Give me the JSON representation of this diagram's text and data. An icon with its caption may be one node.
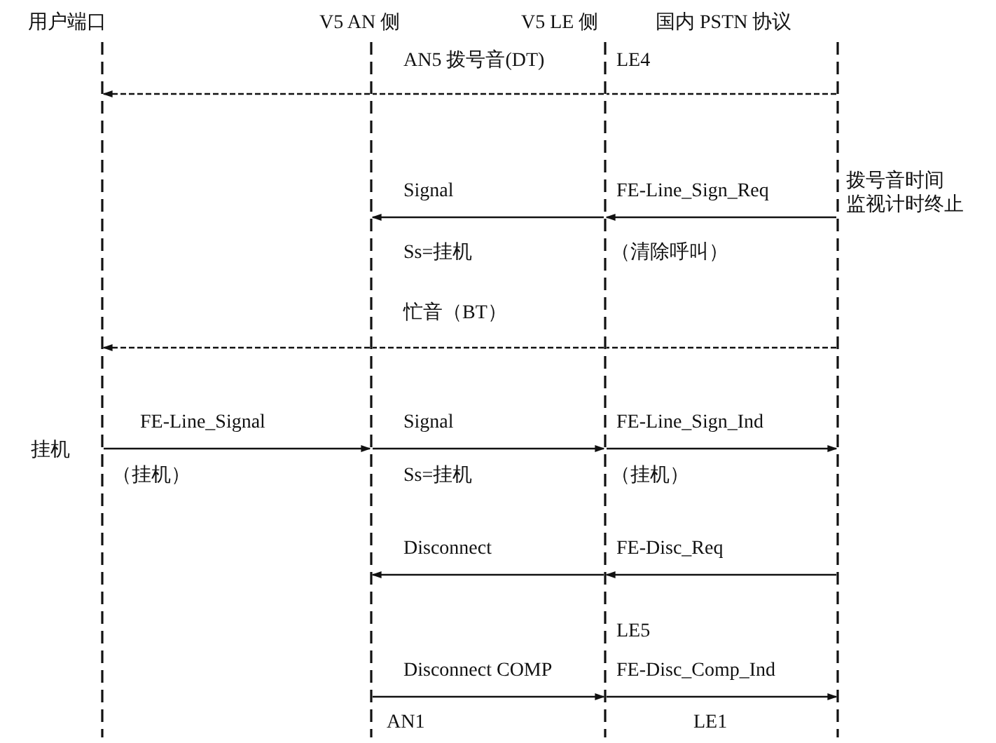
{
  "diagram": {
    "nodes": [
      {
        "text": [
          "用户端口"
        ]
      },
      {
        "text": [
          "V5 AN 侧"
        ]
      },
      {
        "text": [
          "V5 LE 侧"
        ]
      },
      {
        "text": [
          "国内 PSTN 协议"
        ]
      }
    ],
    "edges": [
      {
        "from": 3,
        "to": 2,
        "arrow": "none",
        "style": "dashed"
      },
      {
        "from": 2,
        "to": 1,
        "arrow": "none",
        "style": "dashed"
      },
      {
        "from": 1,
        "to": 0,
        "arrow": "to",
        "style": "dashed"
      },
      {
        "from": 3,
        "to": 2,
        "arrow": "to",
        "label": "FE-Line_Sign_Req"
      },
      {
        "from": 2,
        "to": 1,
        "arrow": "to",
        "label": "Signal"
      },
      {
        "from": 3,
        "to": 2,
        "arrow": "none",
        "style": "dashed"
      },
      {
        "from": 2,
        "to": 1,
        "arrow": "none",
        "style": "dashed"
      },
      {
        "from": 1,
        "to": 0,
        "arrow": "to",
        "style": "dashed"
      },
      {
        "from": 0,
        "to": 1,
        "arrow": "to",
        "label": "FE-Line_Signal"
      },
      {
        "from": 1,
        "to": 2,
        "arrow": "to",
        "label": "Signal"
      },
      {
        "from": 2,
        "to": 3,
        "arrow": "to",
        "label": "FE-Line_Sign_Ind"
      },
      {
        "from": 3,
        "to": 2,
        "arrow": "to",
        "label": "FE-Disc_Req"
      },
      {
        "from": 2,
        "to": 1,
        "arrow": "to",
        "label": "Disconnect"
      },
      {
        "from": 1,
        "to": 2,
        "arrow": "to",
        "label": "Disconnect COMP"
      },
      {
        "from": 2,
        "to": 3,
        "arrow": "to",
        "label": "FE-Disc_Comp_Ind"
      }
    ],
    "labels": [
      "AN5 拨号音(DT)",
      "LE4",
      "Ss=挂机",
      "（清除呼叫）",
      "拨号音时间监视计时终止",
      "忙音（BT）",
      "挂机",
      "（挂机）",
      "Ss=挂机",
      "（挂机）",
      "LE5",
      "AN1",
      "LE1"
    ]
  }
}
